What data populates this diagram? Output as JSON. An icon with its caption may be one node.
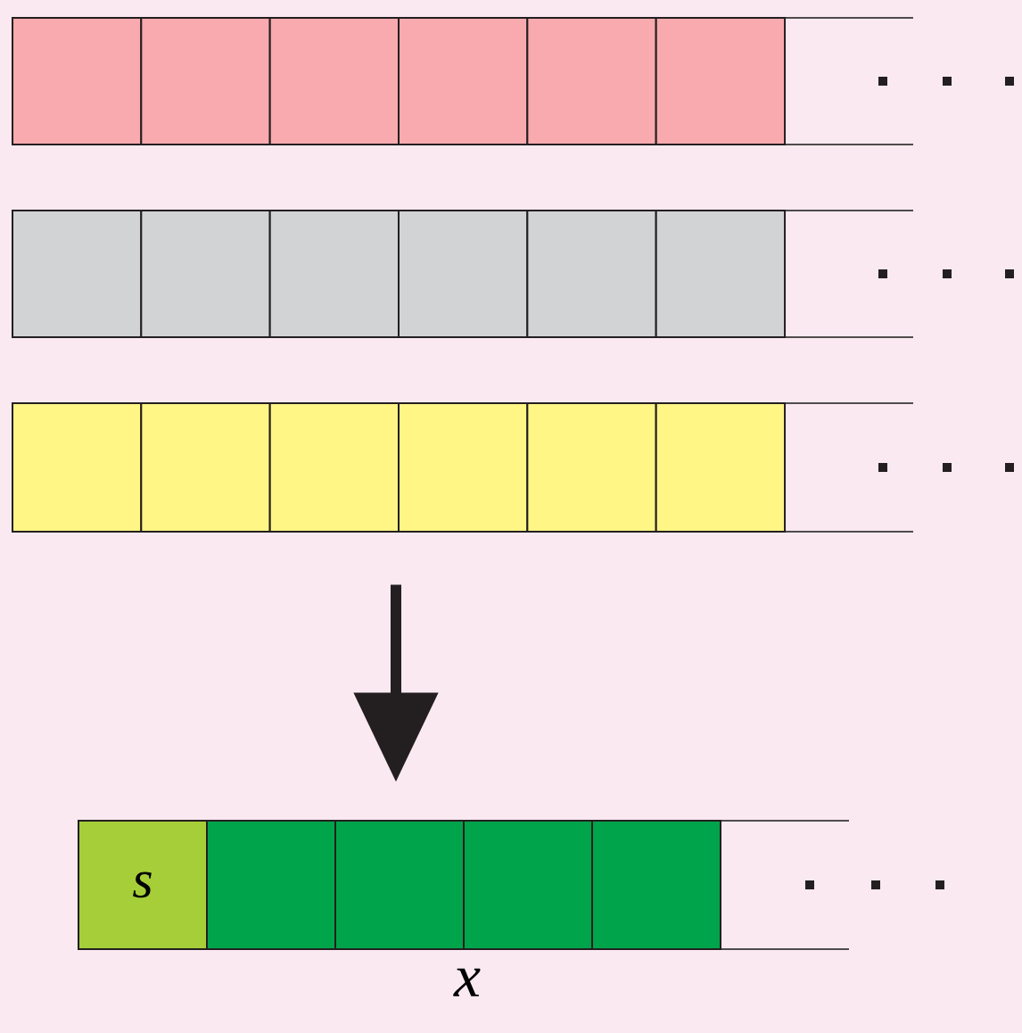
{
  "diagram": {
    "nodes": [
      {
        "text": [],
        "shape": "bar"
      },
      {
        "text": [],
        "shape": "box",
        "in": 0
      },
      {
        "text": [],
        "shape": "box",
        "in": 0
      },
      {
        "text": [],
        "shape": "box",
        "in": 0
      },
      {
        "text": [],
        "shape": "box",
        "in": 0
      },
      {
        "text": [],
        "shape": "box",
        "in": 0
      },
      {
        "text": [],
        "shape": "box",
        "in": 0
      },
      {
        "text": [],
        "shape": "bar"
      },
      {
        "text": [],
        "shape": "box",
        "in": 7
      },
      {
        "text": [],
        "shape": "box",
        "in": 7
      },
      {
        "text": [],
        "shape": "box",
        "in": 7
      },
      {
        "text": [],
        "shape": "box",
        "in": 7
      },
      {
        "text": [],
        "shape": "box",
        "in": 7
      },
      {
        "text": [],
        "shape": "box",
        "in": 7
      },
      {
        "text": [],
        "shape": "bar"
      },
      {
        "text": [],
        "shape": "box",
        "in": 14
      },
      {
        "text": [],
        "shape": "box",
        "in": 14
      },
      {
        "text": [],
        "shape": "box",
        "in": 14
      },
      {
        "text": [],
        "shape": "box",
        "in": 14
      },
      {
        "text": [],
        "shape": "box",
        "in": 14
      },
      {
        "text": [],
        "shape": "box",
        "in": 14
      },
      {
        "text": [],
        "shape": "bar",
        "beside": [
          "x"
        ]
      },
      {
        "text": [
          "s"
        ],
        "in": 21
      },
      {
        "text": [],
        "shape": "box",
        "in": 21
      },
      {
        "text": [],
        "shape": "box",
        "in": 21
      },
      {
        "text": [],
        "shape": "box",
        "in": 21
      },
      {
        "text": [],
        "shape": "box",
        "in": 21
      }
    ],
    "edges": [
      {
        "from": 14,
        "to": 21,
        "arrow": "to"
      }
    ]
  }
}
